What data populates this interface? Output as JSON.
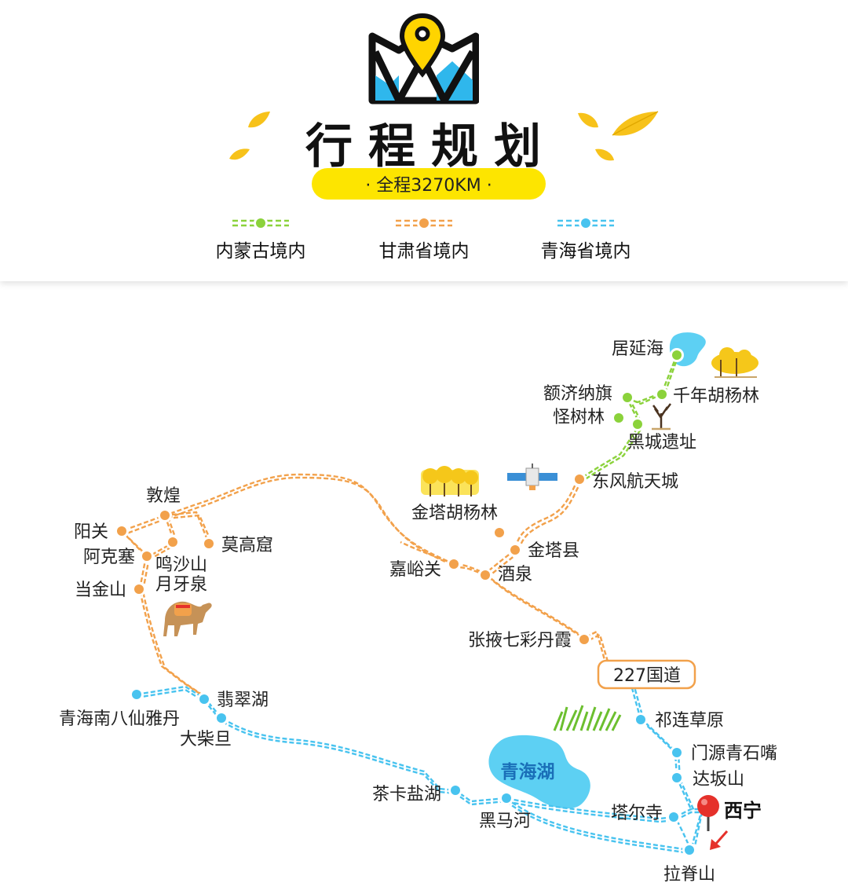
{
  "header": {
    "title": "行程规划",
    "distance": "· 全程3270KM ·"
  },
  "legend": [
    {
      "label": "内蒙古境内",
      "color": "#8bd23b"
    },
    {
      "label": "甘肃省境内",
      "color": "#f2a14b"
    },
    {
      "label": "青海省境内",
      "color": "#48c3ef"
    }
  ],
  "colors": {
    "inner_mongolia": "#8bd23b",
    "gansu": "#f2a14b",
    "qinghai": "#48c3ef",
    "accent_yellow": "#fde500",
    "lake": "#5dd0f3",
    "pin_red": "#e5312b"
  },
  "places": {
    "juyanhai": "居延海",
    "ejina": "额济纳旗",
    "qiannian": "千年胡杨林",
    "guaishulin": "怪树林",
    "heicheng": "黑城遗址",
    "dongfeng": "东风航天城",
    "jinta_huyang": "金塔胡杨林",
    "jintaxian": "金塔县",
    "jiayuguan": "嘉峪关",
    "jiuquan": "酒泉",
    "dunhuang": "敦煌",
    "yangguan": "阳关",
    "akesai": "阿克塞",
    "mingsha_1": "鸣沙山",
    "mingsha_2": "月牙泉",
    "mogao": "莫高窟",
    "dangjinshan": "当金山",
    "zhangye": "张掖七彩丹霞",
    "road227": "227国道",
    "qilian": "祁连草原",
    "menyuan": "门源青石嘴",
    "dabanshan": "达坂山",
    "xining": "西宁",
    "taer": "塔尔寺",
    "lajishan": "拉脊山",
    "heimahe": "黑马河",
    "chaka": "茶卡盐湖",
    "qinghaihu": "青海湖",
    "feicuihu": "翡翠湖",
    "dachaidan": "大柴旦",
    "baxian": "青海南八仙雅丹"
  },
  "icons": [
    "map-pin-logo-icon",
    "leaf-icon",
    "satellite-icon",
    "camel-icon",
    "red-pin-icon",
    "arrow-icon",
    "poplar-tree-icon",
    "grass-icon",
    "dead-tree-icon"
  ]
}
